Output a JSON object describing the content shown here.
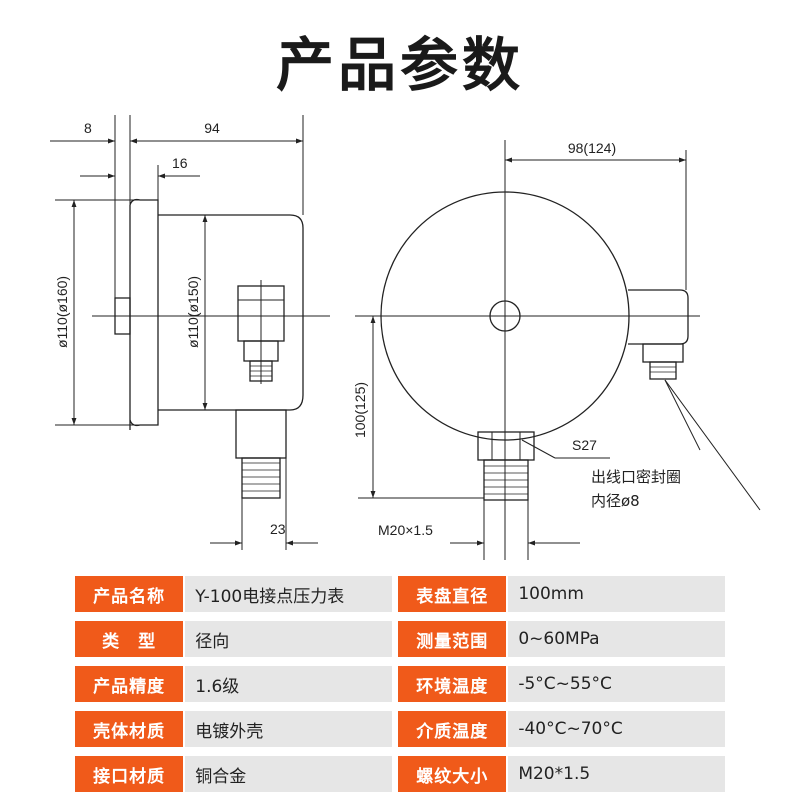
{
  "title": "产品参数",
  "drawing": {
    "dim_8": "8",
    "dim_94": "94",
    "dim_16": "16",
    "dim_outer_dia": "ø110(ø160)",
    "dim_inner_dia": "ø110(ø150)",
    "dim_23": "23",
    "dim_98": "98(124)",
    "dim_100": "100(125)",
    "s27": "S27",
    "seal_line1": "出线口密封圈",
    "seal_line2": "内径ø8",
    "thread": "M20×1.5"
  },
  "specs": [
    {
      "label": "产品名称",
      "value": "Y-100电接点压力表",
      "label2": "表盘直径",
      "value2": "100mm"
    },
    {
      "label": "类　型",
      "value": "径向",
      "label2": "测量范围",
      "value2": "0~60MPa"
    },
    {
      "label": "产品精度",
      "value": "1.6级",
      "label2": "环境温度",
      "value2": "-5°C~55°C"
    },
    {
      "label": "壳体材质",
      "value": "电镀外壳",
      "label2": "介质温度",
      "value2": "-40°C~70°C"
    },
    {
      "label": "接口材质",
      "value": "铜合金",
      "label2": "螺纹大小",
      "value2": "M20*1.5"
    }
  ]
}
